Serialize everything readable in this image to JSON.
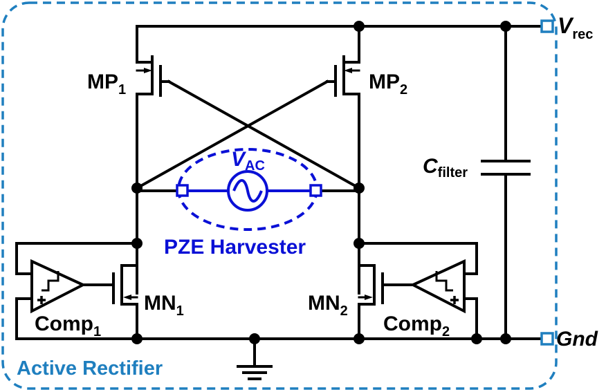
{
  "colors": {
    "wire": "#000000",
    "harvester": "#0a10d6",
    "enclosure": "#1f7fbf"
  },
  "labels": {
    "mp1": {
      "main": "MP",
      "sub": "1"
    },
    "mp2": {
      "main": "MP",
      "sub": "2"
    },
    "mn1": {
      "main": "MN",
      "sub": "1"
    },
    "mn2": {
      "main": "MN",
      "sub": "2"
    },
    "comp1": {
      "main": "Comp",
      "sub": "1"
    },
    "comp2": {
      "main": "Comp",
      "sub": "2"
    },
    "cfilter": {
      "main": "C",
      "sub": "filter"
    },
    "vrec": {
      "main": "V",
      "sub": "rec"
    },
    "gnd": "Gnd",
    "vac": {
      "main": "V",
      "sub": "AC"
    },
    "harvester": "PZE Harvester",
    "block": "Active Rectifier"
  },
  "icons": {
    "ac_source": "ac-source-icon",
    "ground": "ground-icon",
    "capacitor": "capacitor-icon",
    "comparator": "comparator-icon"
  }
}
